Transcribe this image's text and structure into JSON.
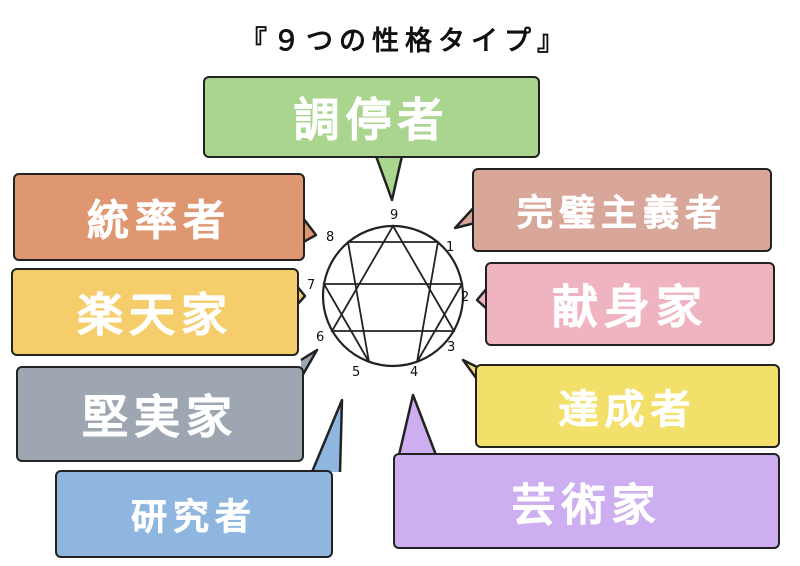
{
  "title": "『９つの性格タイプ』",
  "types": [
    {
      "number": "9",
      "name": "調停者",
      "color": "#a9d58f"
    },
    {
      "number": "1",
      "name": "完璧主義者",
      "color": "#d9a69a"
    },
    {
      "number": "2",
      "name": "献身家",
      "color": "#efb4c0"
    },
    {
      "number": "3",
      "name": "達成者",
      "color": "#f3e06a"
    },
    {
      "number": "4",
      "name": "芸術家",
      "color": "#cdaef0"
    },
    {
      "number": "5",
      "name": "研究者",
      "color": "#8fb6df"
    },
    {
      "number": "6",
      "name": "堅実家",
      "color": "#9ea7b1"
    },
    {
      "number": "7",
      "name": "楽天家",
      "color": "#f5cd6a"
    },
    {
      "number": "8",
      "name": "統率者",
      "color": "#df9772"
    }
  ]
}
